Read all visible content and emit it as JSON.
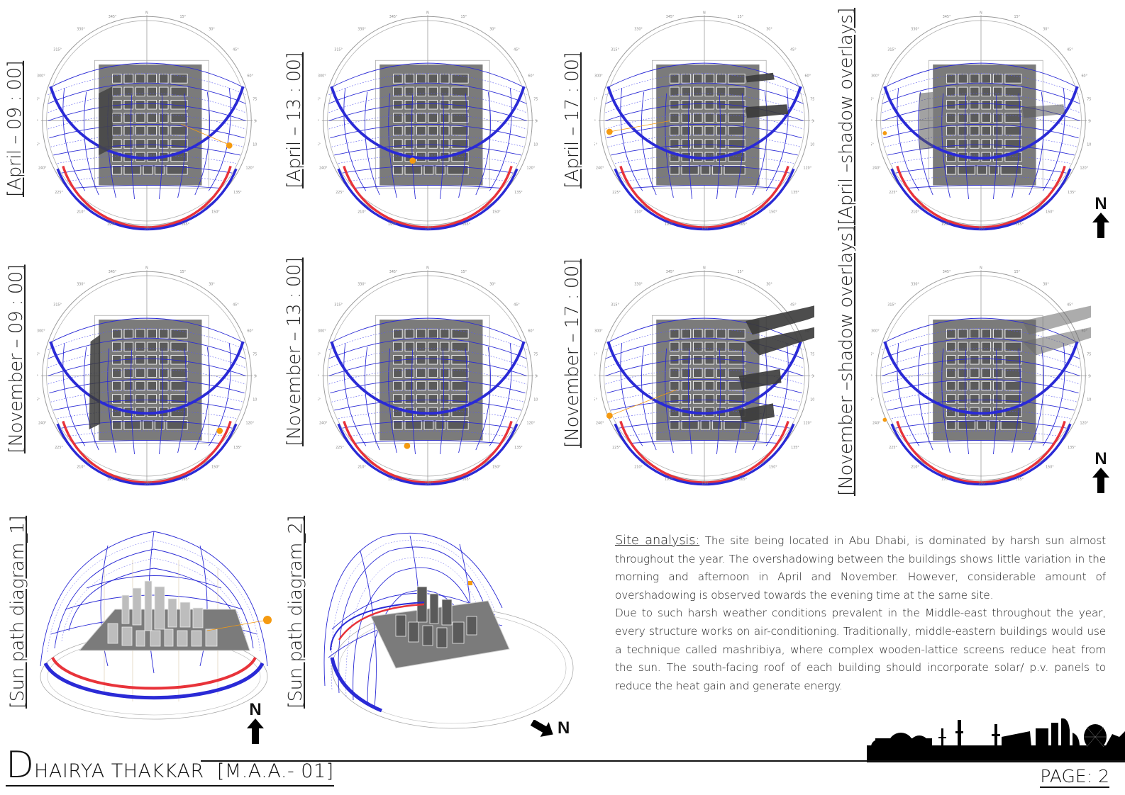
{
  "document": {
    "page_label": "PAGE: 2",
    "author": {
      "initial": "D",
      "name_rest": "HAIRYA THAKKAR",
      "code": "[M.A.A.- 01]"
    }
  },
  "colors": {
    "sun_path_blue": "#2a2ad6",
    "summer_arc_red": "#e8333a",
    "site_gray": "#7a7a7a",
    "sun_marker_orange": "#f59a10",
    "shadow_gray": "#4a4a4a"
  },
  "compass_ticks": [
    "N",
    "15°",
    "30°",
    "45°",
    "60°",
    "75°",
    "90°",
    "105°",
    "120°",
    "135°",
    "150°",
    "165°",
    "180°",
    "195°",
    "210°",
    "225°",
    "240°",
    "255°",
    "270°",
    "285°",
    "300°",
    "315°",
    "330°",
    "345°"
  ],
  "panels": [
    {
      "label": "[April – 09 : 00]",
      "month": "April",
      "time": "09:00",
      "sun_marker": "east"
    },
    {
      "label": "[April – 13 : 00]",
      "month": "April",
      "time": "13:00",
      "sun_marker": "south"
    },
    {
      "label": "[April – 17 : 00]",
      "month": "April",
      "time": "17:00",
      "sun_marker": "west"
    },
    {
      "label": "[April –shadow overlays]",
      "month": "April",
      "time": "overlay",
      "sun_marker": "multiple"
    },
    {
      "label": "[November – 09 : 00]",
      "month": "November",
      "time": "09:00",
      "sun_marker": "east"
    },
    {
      "label": "[November – 13 : 00]",
      "month": "November",
      "time": "13:00",
      "sun_marker": "south"
    },
    {
      "label": "[November – 17 : 00]",
      "month": "November",
      "time": "17:00",
      "sun_marker": "west"
    },
    {
      "label": "[November –shadow overlays]",
      "month": "November",
      "time": "overlay",
      "sun_marker": "multiple"
    },
    {
      "label": "[Sun path diagram_1]"
    },
    {
      "label": "[Sun path diagram_2]"
    }
  ],
  "north_indicators": [
    {
      "letter": "N",
      "direction": "up"
    },
    {
      "letter": "N",
      "direction": "up"
    },
    {
      "letter": "N",
      "direction": "up"
    },
    {
      "letter": "N",
      "direction": "down-right"
    }
  ],
  "site_analysis": {
    "heading": "Site analysis:",
    "paragraph1": " The site being located in Abu Dhabi, is dominated by harsh sun almost throughout the year. The overshadowing between the buildings shows little variation in the morning and afternoon in April and November. However, considerable amount of overshadowing is observed towards the evening time at the same site.",
    "paragraph2": "Due to such harsh weather conditions prevalent in the Middle-east throughout the year, every structure works on air-conditioning. Traditionally, middle-eastern buildings would use a technique called mashribiya, where complex wooden-lattice screens reduce heat from the sun. The south-facing roof of each building should incorporate solar/ p.v. panels to reduce the heat gain and generate energy."
  }
}
